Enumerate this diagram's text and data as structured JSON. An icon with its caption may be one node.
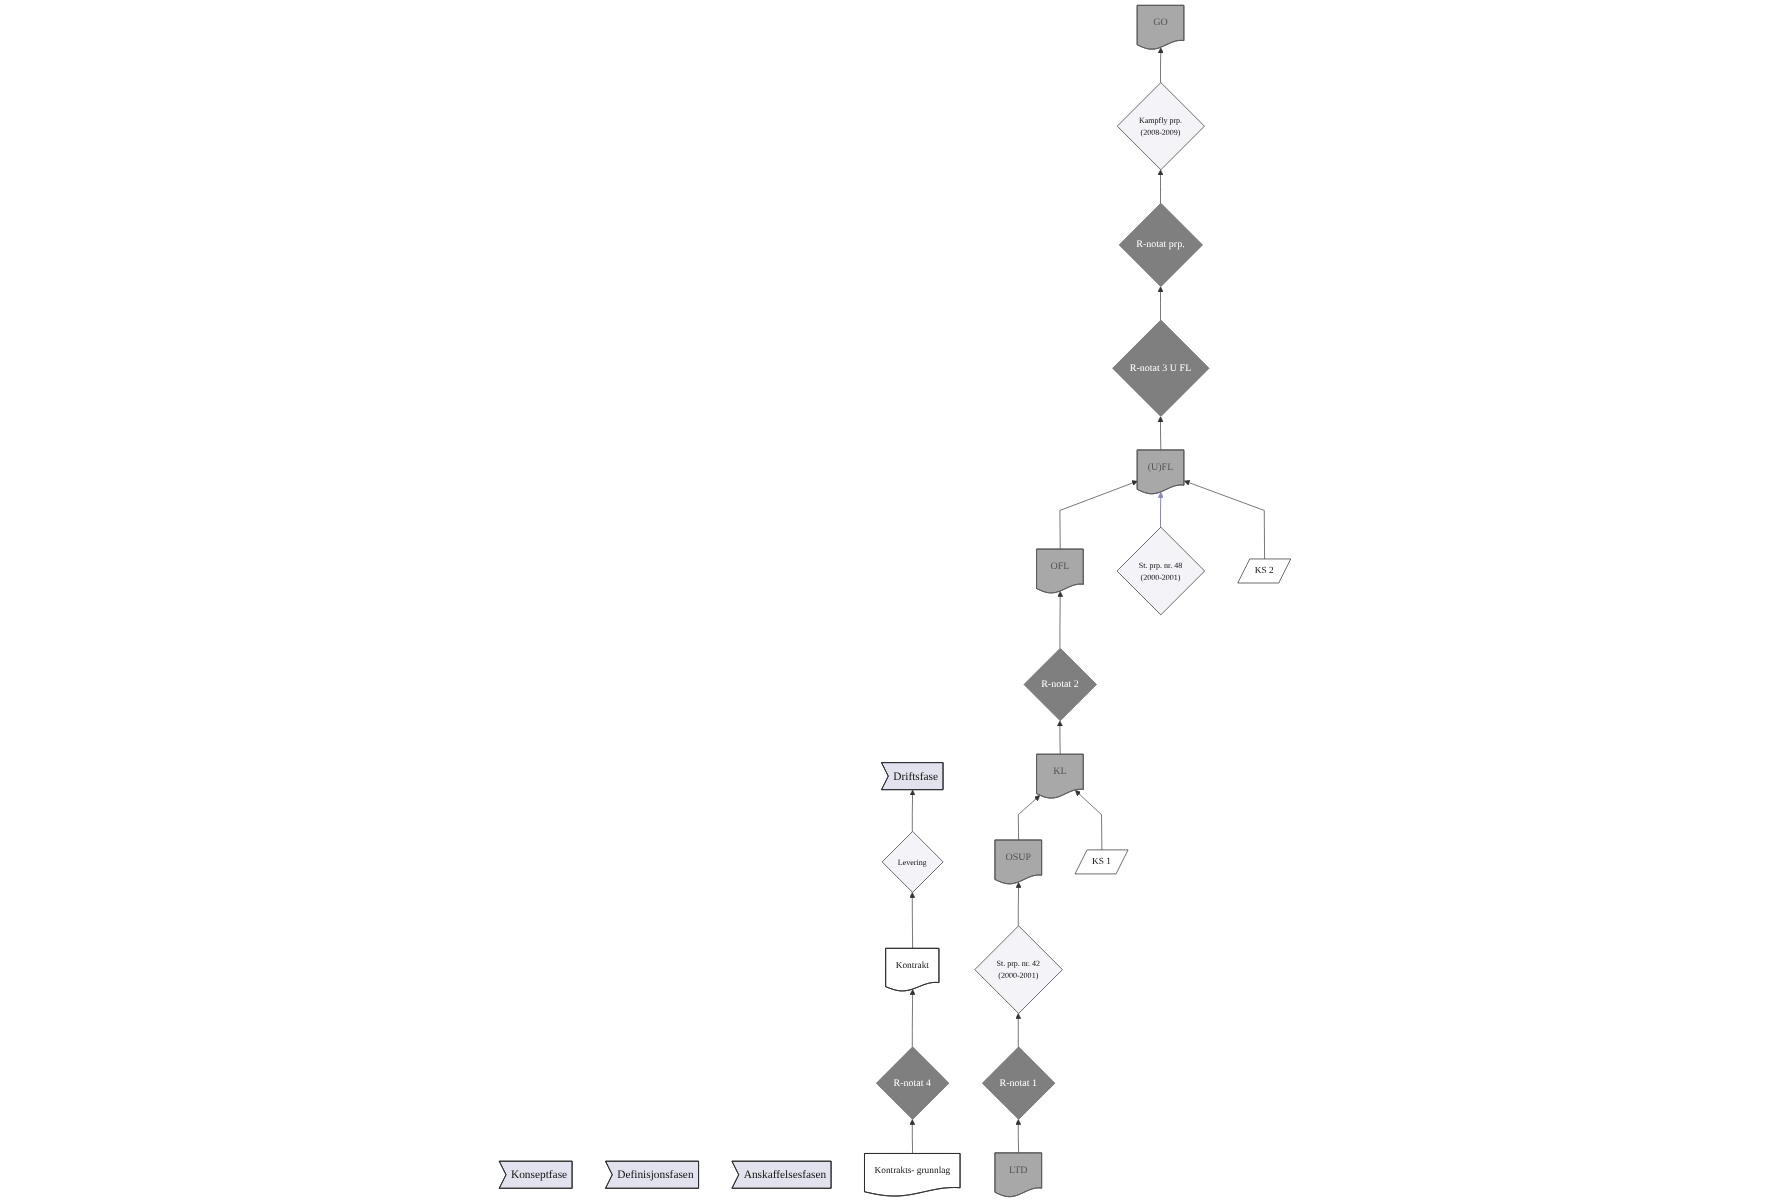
{
  "diagram": {
    "nodes": [
      {
        "text": [
          "Konseptfase"
        ]
      },
      {
        "text": [
          "Definisjonsfasen"
        ]
      },
      {
        "text": [
          "Anskaffelsesfasen"
        ]
      },
      {
        "text": [
          "Driftsfase"
        ]
      },
      {
        "text": [
          "St. prp. nr. 42",
          "(2000-2001)"
        ]
      },
      {
        "text": [
          "St. prp. nr. 48",
          "(2000-2001)"
        ]
      },
      {
        "text": [
          "Kampfly prp.",
          "(2008-2009)"
        ]
      },
      {
        "text": [
          "R-notat 1"
        ]
      },
      {
        "text": [
          "R-notat prp."
        ]
      },
      {
        "text": [
          "R-notat 2"
        ]
      },
      {
        "text": [
          "R-notat 3 U FL"
        ]
      },
      {
        "text": [
          "R-notat 4"
        ]
      },
      {
        "text": [
          "LTD"
        ]
      },
      {
        "text": [
          "OSUP"
        ]
      },
      {
        "text": [
          "KL"
        ]
      },
      {
        "text": [
          "OFL"
        ]
      },
      {
        "text": [
          "(U)FL"
        ]
      },
      {
        "text": [
          "GO"
        ]
      },
      {
        "text": [
          "Levering"
        ]
      },
      {
        "text": [
          "KS 1"
        ]
      },
      {
        "text": [
          "KS 2"
        ]
      },
      {
        "text": [
          "Kontrakts- grunnlag"
        ]
      },
      {
        "text": [
          "Kontrakt"
        ]
      }
    ],
    "edges": [
      {
        "from": 12,
        "to": 7,
        "arrow": "to"
      },
      {
        "from": 7,
        "to": 4,
        "arrow": "to"
      },
      {
        "from": 4,
        "to": 13,
        "arrow": "to"
      },
      {
        "from": 13,
        "to": 14,
        "arrow": "to"
      },
      {
        "from": 19,
        "to": 14,
        "arrow": "to"
      },
      {
        "from": 14,
        "to": 9,
        "arrow": "to"
      },
      {
        "from": 9,
        "to": 15,
        "arrow": "to"
      },
      {
        "from": 15,
        "to": 16,
        "arrow": "to"
      },
      {
        "from": 5,
        "to": 16,
        "arrow": "to",
        "color": "#8888bb"
      },
      {
        "from": 20,
        "to": 16,
        "arrow": "to"
      },
      {
        "from": 16,
        "to": 10,
        "arrow": "to"
      },
      {
        "from": 10,
        "to": 8,
        "arrow": "to"
      },
      {
        "from": 8,
        "to": 6,
        "arrow": "to"
      },
      {
        "from": 6,
        "to": 17,
        "arrow": "to"
      },
      {
        "from": 21,
        "to": 11,
        "arrow": "to"
      },
      {
        "from": 11,
        "to": 22,
        "arrow": "to"
      },
      {
        "from": 22,
        "to": 18,
        "arrow": "to"
      },
      {
        "from": 18,
        "to": 3,
        "arrow": "to"
      }
    ]
  }
}
